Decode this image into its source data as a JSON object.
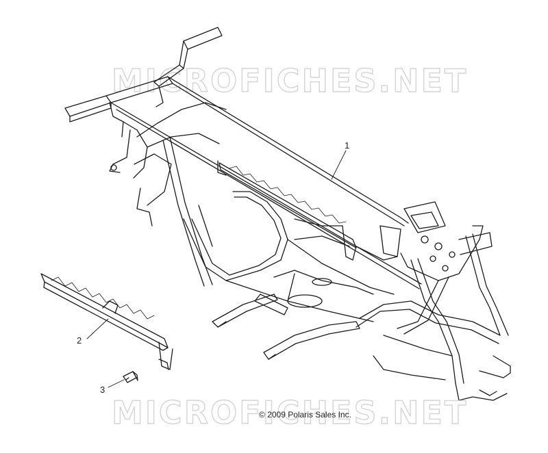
{
  "watermark": {
    "top_text": "MICROFICHES.NET",
    "bottom_text": "MICROFICHES.NET"
  },
  "callouts": {
    "item_1": "1",
    "item_2": "2",
    "item_3": "3"
  },
  "copyright": "© 2009 Polaris Sales Inc.",
  "parts": {
    "frame": "main-frame",
    "bracket": "frame-side-bracket",
    "bolt": "bolt"
  },
  "colors": {
    "line": "#1a1a1a",
    "watermark_outline": "#d4d4d4",
    "background": "#ffffff"
  }
}
